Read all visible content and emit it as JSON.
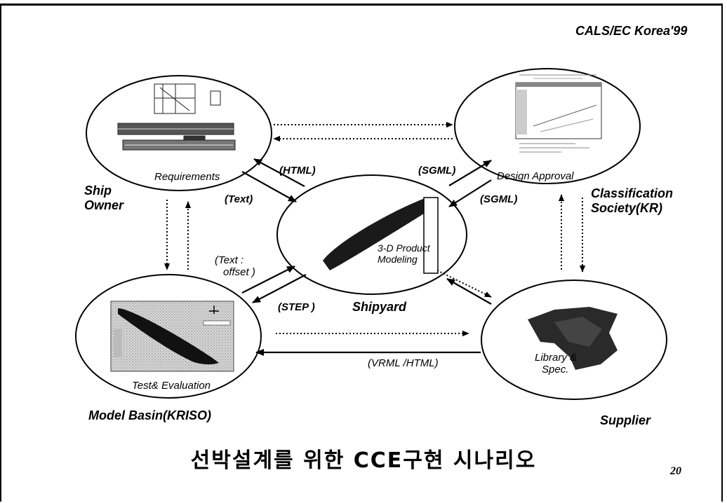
{
  "header": {
    "event": "CALS/EC Korea'99"
  },
  "nodes": {
    "ship_owner": {
      "caption": "Requirements",
      "actor": [
        "Ship",
        "Owner"
      ]
    },
    "classification": {
      "caption": "Design Approval",
      "actor": [
        "Classification",
        "Society(KR)"
      ]
    },
    "shipyard": {
      "caption": [
        "3-D Product",
        "Modeling"
      ],
      "actor": "Shipyard"
    },
    "model_basin": {
      "caption": "Test& Evaluation",
      "actor": "Model Basin(KRISO)"
    },
    "supplier": {
      "caption": [
        "Library &",
        "Spec."
      ],
      "actor": "Supplier"
    }
  },
  "flows": {
    "html": "(HTML)",
    "text": "(Text)",
    "sgml_out": "(SGML)",
    "sgml_in": "(SGML)",
    "text_offset": [
      "(Text :",
      "offset )"
    ],
    "step": "(STEP )",
    "vrml_html": "(VRML /HTML)"
  },
  "footer": {
    "title": "선박설계를 위한 CCE구현 시나리오",
    "page": "20"
  },
  "colors": {
    "ink": "#000000",
    "ship_hull": "#1a1a1a",
    "paper": "#ffffff"
  }
}
